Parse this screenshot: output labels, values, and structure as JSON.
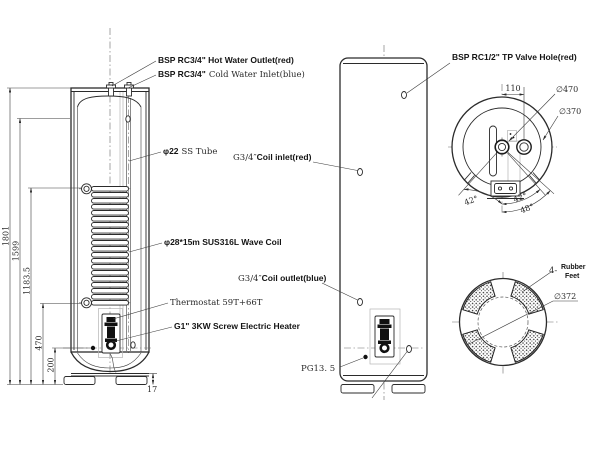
{
  "drawing_ink": "#2b2b2b",
  "front": {
    "labels": {
      "hot_water": "BSP RC3/4\" Hot Water Outlet(red)",
      "cold_water_prefix": "BSP RC3/4\"",
      "cold_water_rest": "Cold Water Inlet(blue)",
      "ss_tube_prefix": "φ22",
      "ss_tube_rest": "SS Tube",
      "wave_coil": "φ28*15m SUS316L Wave Coil",
      "thermostat": "Thermostat 59T+66T",
      "heater": "G1\" 3KW Screw Electric Heater"
    },
    "dims": {
      "overall_height": "1801",
      "valve_height": "1599",
      "coil_top_height": "1183.5",
      "coil_bottom_height": "470",
      "gland_height": "200",
      "foot_height": "17"
    }
  },
  "side": {
    "labels": {
      "tp_valve": "BSP RC1/2\" TP Valve Hole(red)",
      "coil_inlet_prefix": "G3/4″",
      "coil_inlet_rest": "Coil inlet(red)",
      "coil_outlet_prefix": "G3/4″",
      "coil_outlet_rest": "Coil outlet(blue)",
      "gland": "PG13. 5"
    }
  },
  "top": {
    "dims": {
      "port_offset": "110",
      "outer_dia": "∅470",
      "inner_dia": "∅370",
      "angle_left": "42°",
      "angle_right": "42°",
      "angle_span": "48°"
    }
  },
  "bottom": {
    "labels": {
      "feet_count": "4-",
      "feet_word1": "Rubber",
      "feet_word2": "Feet"
    },
    "dims": {
      "base_dia": "∅372"
    }
  }
}
